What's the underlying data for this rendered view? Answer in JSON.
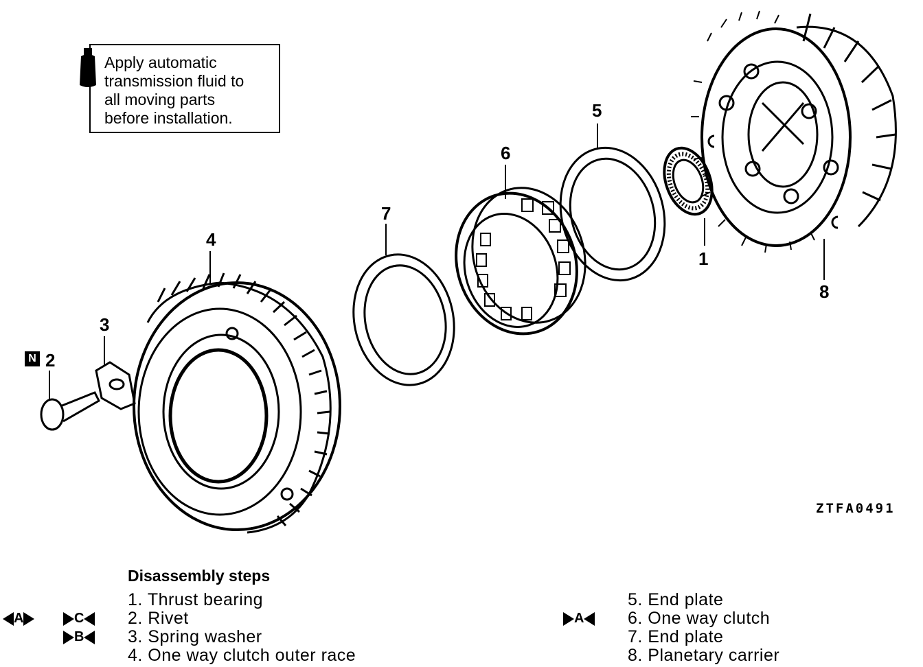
{
  "note": {
    "text": "Apply automatic\ntransmission fluid to\nall moving parts\nbefore installation.",
    "icon": "fluid-bottle-icon"
  },
  "callouts": {
    "c1": "1",
    "c2": "2",
    "c3": "3",
    "c4": "4",
    "c5": "5",
    "c6": "6",
    "c7": "7",
    "c8": "8"
  },
  "n_marker": "N",
  "figure_code": "ZTFA0491",
  "steps": {
    "heading": "Disassembly steps",
    "left": [
      "1. Thrust bearing",
      "2. Rivet",
      "3. Spring washer",
      "4. One way clutch outer race"
    ],
    "right": [
      "5. End plate",
      "6. One way clutch",
      "7. End plate",
      "8. Planetary carrier"
    ]
  },
  "badges": {
    "a_left": "A",
    "c": "C",
    "b": "B",
    "a_right": "A"
  }
}
